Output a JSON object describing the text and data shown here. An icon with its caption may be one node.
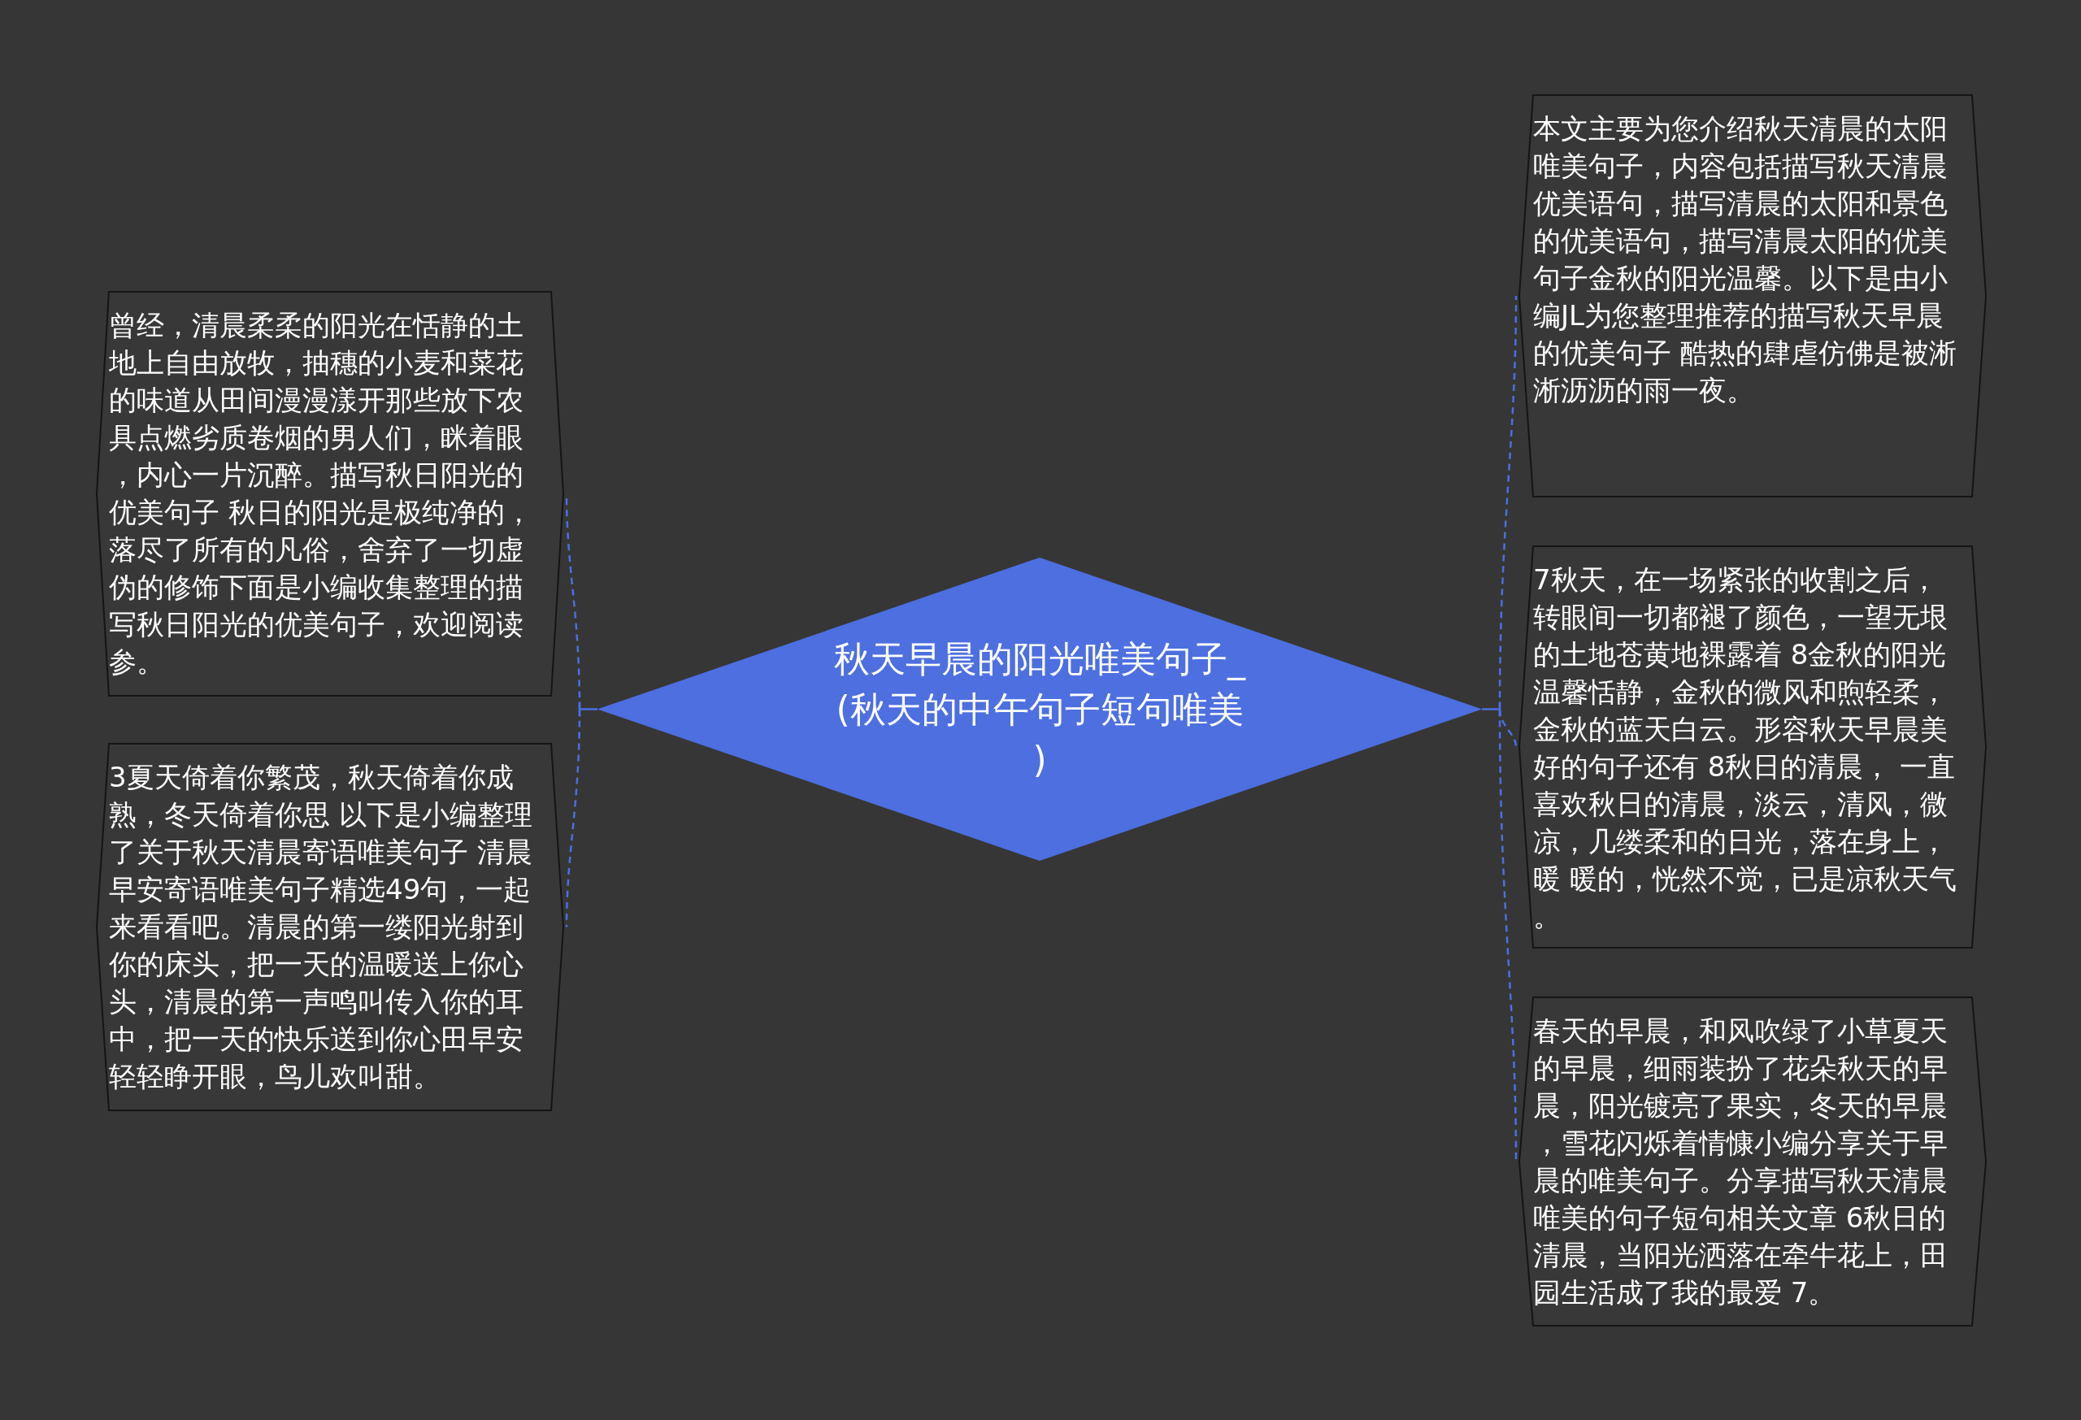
{
  "diagram": {
    "nodes": [
      {
        "text": [
          "秋天早晨的阳光唯美句子_(秋天的中午句子短句唯美)"
        ]
      },
      {
        "text": [
          "曾经，清晨柔柔的阳光在恬静的土地上自由放牧，抽穗的小麦和菜花的味道从田间漫漫漾开那些放下农具点燃劣质卷烟的男人们，眯着眼，内心一片沉醉。描写秋日阳光的优美句子 秋日的阳光是极纯净的，落尽了所有的凡俗，舍弃了一切虚伪的修饰下面是小编收集整理的描写秋日阳光的优美句子，欢迎阅读参。"
        ]
      },
      {
        "text": [
          "3夏天倚着你繁茂，秋天倚着你成熟，冬天倚着你思 以下是小编整理了关于秋天清晨寄语唯美句子 清晨早安寄语唯美句子精选49句，一起来看看吧。清晨的第一缕阳光射到你的床头，把一天的温暖送上你心头，清晨的第一声鸣叫传入你的耳中，把一天的快乐送到你心田早安轻轻睁开眼，鸟儿欢叫甜。"
        ]
      },
      {
        "text": [
          "本文主要为您介绍秋天清晨的太阳唯美句子，内容包括描写秋天清晨优美语句，描写清晨的太阳和景色的优美语句，描写清晨太阳的优美句子金秋的阳光温馨。以下是由小编JL为您整理推荐的描写秋天早晨的优美句子 酷热的肆虐仿佛是被淅淅沥沥的雨一夜。"
        ]
      },
      {
        "text": [
          "7秋天，在一场紧张的收割之后，转眼间一切都褪了颜色，一望无垠的土地苍黄地裸露着 8金秋的阳光温馨恬静，金秋的微风和煦轻柔，金秋的蓝天白云。形容秋天早晨美好的句子还有 8秋日的清晨， 一直喜欢秋日的清晨，淡云，清风，微凉，几缕柔和的日光，落在身上，暖 暖的，恍然不觉，已是凉秋天气。"
        ]
      },
      {
        "text": [
          "春天的早晨，和风吹绿了小草夏天的早晨，细雨装扮了花朵秋天的早晨，阳光镀亮了果实，冬天的早晨，雪花闪烁着情慷小编分享关于早晨的唯美句子。分享描写秋天清晨唯美的句子短句相关文章 6秋日的清晨，当阳光洒落在牵牛花上，田园生活成了我的最爱 7。"
        ]
      }
    ],
    "edges": [
      {
        "from": 0,
        "to": 1,
        "arrow": "none",
        "style": "dashed"
      },
      {
        "from": 0,
        "to": 2,
        "arrow": "none",
        "style": "dashed"
      },
      {
        "from": 0,
        "to": 3,
        "arrow": "none",
        "style": "dashed"
      },
      {
        "from": 0,
        "to": 4,
        "arrow": "none",
        "style": "dashed"
      },
      {
        "from": 0,
        "to": 5,
        "arrow": "none",
        "style": "dashed"
      }
    ]
  }
}
